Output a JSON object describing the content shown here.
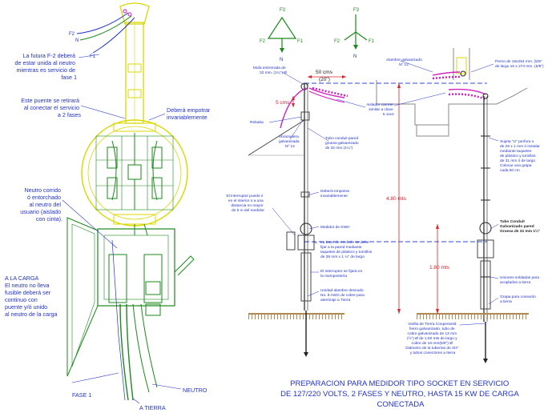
{
  "phase_diagrams": {
    "left": {
      "top": "F3",
      "left": "F2",
      "right": "F1",
      "bottom": "N"
    },
    "right": {
      "top": "F3",
      "left": "F2",
      "right": "F1",
      "bottom": "N"
    }
  },
  "left_detail": {
    "label_f2": "F2",
    "label_n": "N",
    "label_f1": "F1",
    "note_future_f2": [
      "La futura F-2 deberá",
      "de estar unida al neutro",
      "mientras es servicio de",
      "fase 1"
    ],
    "note_bridge": [
      "Este puente se retirará",
      "al conectar el servicio",
      "a 2 fases"
    ],
    "note_embed": [
      "Deberá empotrar",
      "invariablemente"
    ],
    "note_neutral": [
      "Neutro corrido",
      "ó entorchado",
      "al neutro del",
      "usuario (aislado",
      "con cinta)."
    ],
    "note_load": [
      "A LA CARGA",
      "El neutro no lleva",
      "fusible deberá ser",
      "continuo con",
      "puente y/ó unido",
      "al neutro de la carga"
    ],
    "label_phase1": "FASE 1",
    "label_neutral": "NEUTRO",
    "label_ground": "A TIERRA"
  },
  "right_detail": {
    "dim_50": "50 cms",
    "dim_20": "(20\")",
    "dim_5": "5 cms",
    "dim_480": "4.80 mts",
    "dim_180": "1.80 mts",
    "note_mufa": [
      "Mufa entrerrada de",
      "32 mm. (1¼\") Ø"
    ],
    "note_alambre": [
      "Alambre galvanizado",
      "Nº 12"
    ],
    "note_perno": [
      "Perno de 16x254 mm. (5/8\"",
      "de largo 16 x 274 mm. (5/8\")"
    ],
    "note_aislador": [
      "Aislador carrete",
      "similar a clave",
      "5 1xx1"
    ],
    "note_rebaba": "Rebaba",
    "note_abrazadera": [
      "Abrazadera",
      "galvanizada",
      "Nº 12"
    ],
    "note_tubo_galv": [
      "Tubo conduit pared",
      "gruesa galvanizado",
      "de 32 mm (1¼\")"
    ],
    "note_interruptor_puede": [
      "El interruptor puede ir",
      "en el interior o a una",
      "distancia no mayor",
      "de 5 m del medidor"
    ],
    "note_empotrar": [
      "Deberá empotrar",
      "invariablemente"
    ],
    "note_medidor": "Medidor de KWH",
    "note_base": [
      "La base de enchufe se debe",
      "fijar a la pared mediante",
      "taquetes de plástico y tornillos",
      "de 38 mm x 1 ¼\" de largo"
    ],
    "note_interruptor_fijara": [
      "El interruptor se fijará en",
      "la mampostería"
    ],
    "note_unidad": [
      "Unidad alambre desnudo",
      "No. 8 AWG de cobre para",
      "aterrizaje a Tierra"
    ],
    "note_sujeta": [
      "Sujeta \"U\" perfora o",
      "de 25 x 1 mm ó  instalar",
      "mediante taquetes",
      "de plástico y tornillos",
      "de 31 mm ó  de largo",
      "Colocar una grapa",
      "cada 50 cm"
    ],
    "note_tubo_conduit": [
      "Tubo Conduit",
      "Galvanizado pared",
      "Gruesa de 32 mm 1¼\""
    ],
    "note_uniones": [
      "Uniones soldadas para",
      "acoplados a tierra"
    ],
    "note_grapa": [
      "Grapa para conexión",
      "a tierra"
    ],
    "note_varilla": [
      "Varilla de Tierra Cooperweld",
      "fierro galvanizado, tubo de",
      "cobre galvanizado de 13 mm",
      "(½\") Ø de 1.50 mts de largo y",
      "cobre de 16 mm(5/8\") Ø",
      "Diámetro de la tuberías de 3/4\"",
      "y tubos conectores a tierra"
    ]
  },
  "title": [
    "PREPARACION PARA MEDIDOR TIPO SOCKET EN SERVICIO",
    "DE 127/220 VOLTS, 2 FASES Y NEUTRO, HASTA 15 KW DE CARGA",
    "CONECTADA"
  ],
  "colors": {
    "annotation_blue": "#2233cc",
    "wire_magenta": "#d020c0",
    "meter_yellow": "#d8d800",
    "grid_green": "#1a8a1a",
    "dimension_red": "#e0202a",
    "dashed_blue": "#3344dd"
  }
}
